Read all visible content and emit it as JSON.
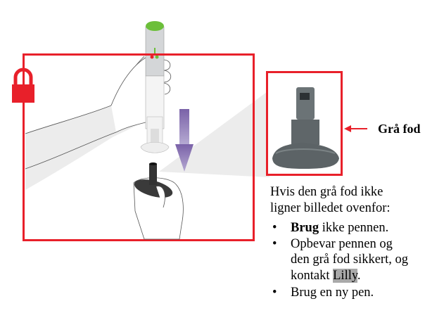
{
  "figure": {
    "main_frame_color": "#e8202a",
    "lock_icon": "padlock-icon",
    "arrow_icon": "down-arrow-icon",
    "arrow_color": "#7a62a8",
    "pen_cap_color": "#6cbf3a"
  },
  "callout": {
    "label": "Grå fod",
    "arrow_icon": "left-arrow-icon"
  },
  "instructions": {
    "intro_line1": "Hvis den grå fod ikke",
    "intro_line2": "ligner billedet ovenfor:",
    "bullets": [
      {
        "bold": "Brug",
        "rest": " ikke pennen."
      },
      {
        "line1": "Opbevar pennen og",
        "line2": "den grå fod sikkert, og",
        "line3_pre": "kontakt ",
        "highlight": "Lilly",
        "line3_post": "."
      },
      {
        "text": "Brug en ny pen."
      }
    ],
    "bullet_char": "•"
  }
}
